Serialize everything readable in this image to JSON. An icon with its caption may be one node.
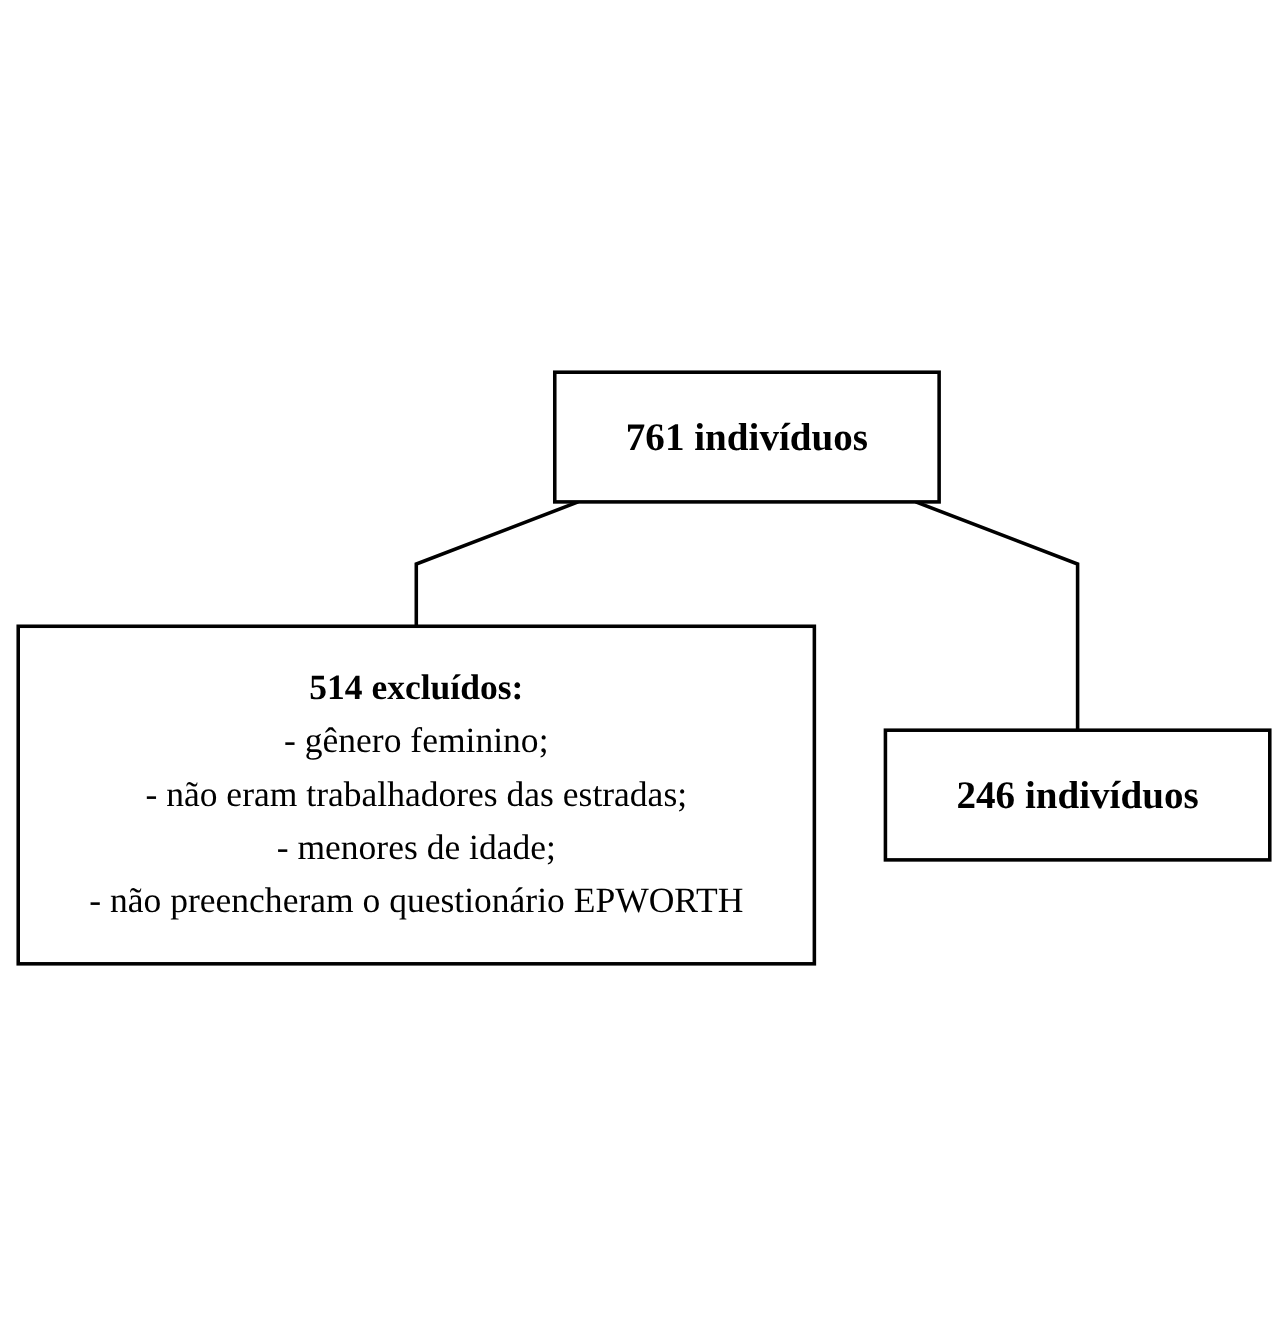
{
  "diagram": {
    "nodes": [
      {
        "text": [
          "761 indivíduos"
        ]
      },
      {
        "text": [
          "514 excluídos:",
          "- gênero feminino;",
          "- não eram trabalhadores das estradas;",
          "- menores de idade;",
          "- não preencheram o questionário EPWORTH"
        ]
      },
      {
        "text": [
          "246 indivíduos"
        ]
      }
    ],
    "edges": [
      {
        "from": 0,
        "to": 1,
        "arrow": "none"
      },
      {
        "from": 0,
        "to": 2,
        "arrow": "none"
      }
    ]
  }
}
